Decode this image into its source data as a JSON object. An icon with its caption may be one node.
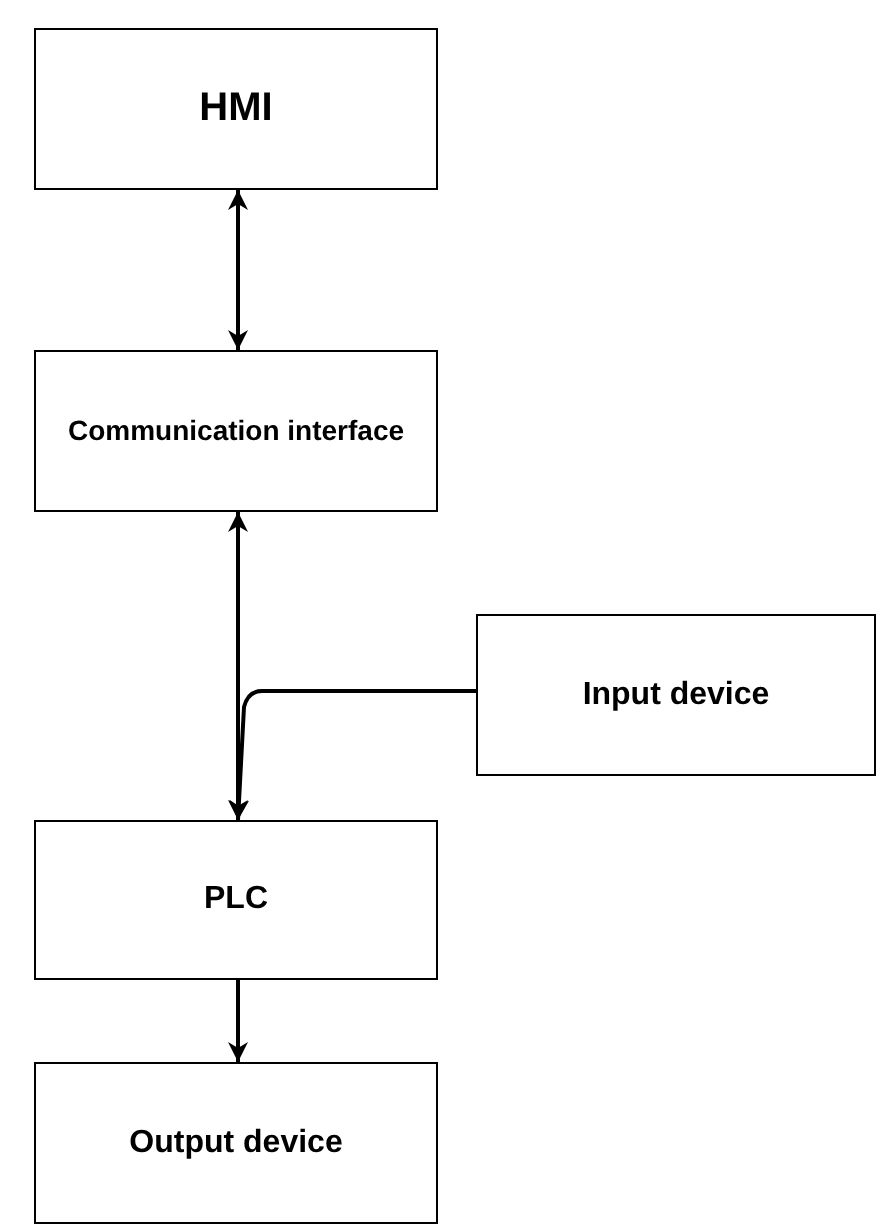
{
  "diagram": {
    "nodes": [
      {
        "text": [
          "HMI"
        ]
      },
      {
        "text": [
          "Communication interface"
        ]
      },
      {
        "text": [
          "Input device"
        ]
      },
      {
        "text": [
          "PLC"
        ]
      },
      {
        "text": [
          "Output device"
        ]
      }
    ],
    "edges": [
      {
        "from": 0,
        "to": 1,
        "arrow": "both"
      },
      {
        "from": 1,
        "to": 3,
        "arrow": "both"
      },
      {
        "from": 2,
        "to": 3,
        "arrow": "to"
      },
      {
        "from": 3,
        "to": 4,
        "arrow": "to"
      }
    ]
  }
}
